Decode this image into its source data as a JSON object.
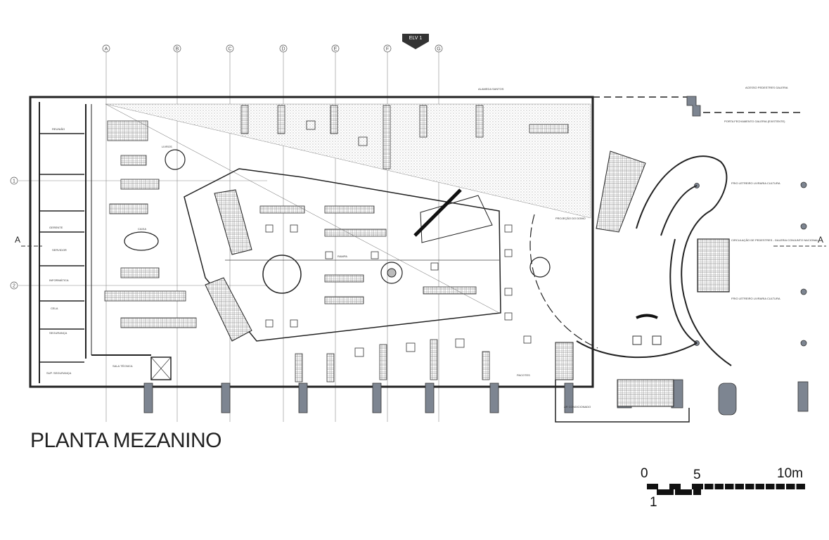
{
  "title": "PLANTA MEZANINO",
  "elevation_marker": "ELV 1",
  "grid_columns": [
    "A",
    "B",
    "C",
    "D",
    "E",
    "F",
    "G"
  ],
  "grid_rows": [
    "1",
    "2"
  ],
  "section_marks": [
    "A",
    "A"
  ],
  "rooms": {
    "reuniao": "REUNIÃO",
    "gerente": "GERENTE",
    "servidor": "SERVIDOR",
    "informatica": "INFORMÁTICA",
    "cela": "CELA",
    "seguranca": "SEGURANÇA",
    "sup_seguranca": "SUP. SEGURANÇA",
    "sala_tecnica": "SALA TÉCNICA",
    "caixa": "CAIXA",
    "ar_condicionado": "AR CONDICIONADO",
    "pacotes": "PACOTES",
    "livros": "LIVROS"
  },
  "notes": {
    "alameda": "ALAMEDA SANTOS",
    "acesso": "ACESSO PEDESTRES GALERIA",
    "porta": "PORTA FECHAMENTO GALERIA (EXISTENTE)",
    "letreiro_top": "FRIO LETREIRO LIVRARIA CULTURA",
    "letreiro_bottom": "FRIO LETREIRO LIVRARIA CULTURA",
    "circulacao": "CIRCULAÇÃO DE PEDESTRES - GALERIA CONJUNTO NACIONAL",
    "projecao": "PROJEÇÃO DO DOMO",
    "rampa": "RAMPA"
  },
  "scale_bar": {
    "label_0": "0",
    "label_1": "1",
    "label_5": "5",
    "label_10": "10m"
  },
  "colors": {
    "line": "#222222",
    "column_fill": "#7d8591",
    "hatch": "#d9d9d9"
  }
}
